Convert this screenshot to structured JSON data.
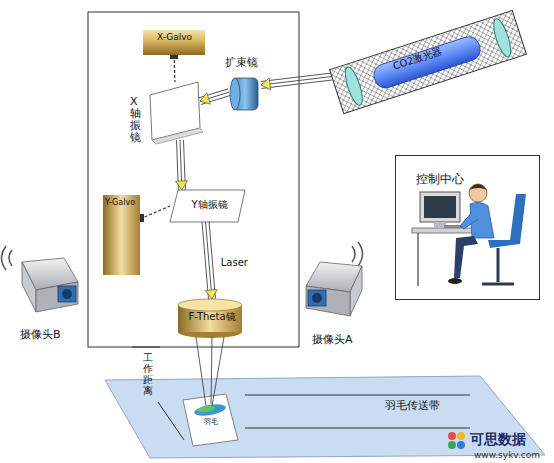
{
  "diagram": {
    "nodes": [
      {
        "text": [
          "X-Galvo"
        ]
      },
      {
        "text": [
          "扩束镜"
        ]
      },
      {
        "text": [
          "CO2激光器"
        ]
      },
      {
        "text": [
          "X轴振镜"
        ]
      },
      {
        "text": [
          "Y-Galvo"
        ]
      },
      {
        "text": [
          "Y轴振镜"
        ]
      },
      {
        "text": [
          "F-Theta镜"
        ]
      },
      {
        "text": [
          "摄像头B"
        ]
      },
      {
        "text": [
          "摄像头A"
        ]
      },
      {
        "text": [
          "控制中心"
        ]
      },
      {
        "text": [
          "羽毛传送带"
        ]
      },
      {
        "text": [
          "羽毛"
        ],
        "in": 10
      }
    ],
    "edges": [
      {
        "from": 2,
        "to": 1,
        "arrow": "to"
      },
      {
        "from": 1,
        "to": 3,
        "arrow": "to"
      },
      {
        "from": 3,
        "to": 5,
        "arrow": "to"
      },
      {
        "from": 5,
        "to": 6,
        "label": "Laser",
        "arrow": "to"
      },
      {
        "from": 0,
        "to": 3,
        "arrow": "none"
      },
      {
        "from": 4,
        "to": 5,
        "arrow": "none"
      },
      {
        "from": 6,
        "to": 11,
        "arrow": "none"
      }
    ],
    "labels": [
      "工作距离",
      "可思数据",
      "www.sykv.com"
    ]
  }
}
